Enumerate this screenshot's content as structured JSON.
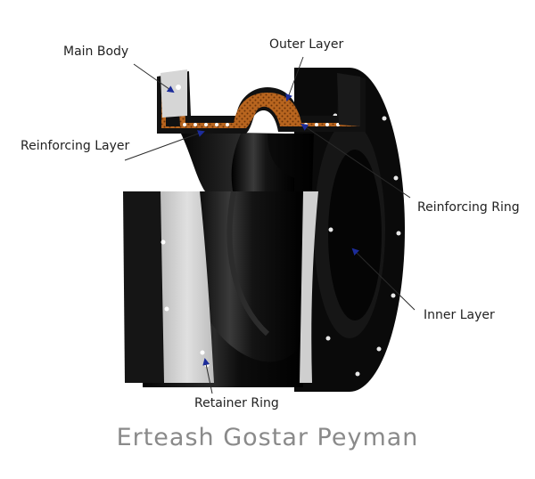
{
  "labels": {
    "main_body": "Main Body",
    "outer_layer": "Outer Layer",
    "reinforcing_layer": "Reinforcing Layer",
    "reinforcing_ring": "Reinforcing Ring",
    "inner_layer": "Inner Layer",
    "retainer_ring": "Retainer Ring"
  },
  "watermark": "Erteash Gostar Peyman",
  "colors": {
    "rubber": "#111111",
    "flange_face": "#cfcfcf",
    "reinforcement_fill": "#b8651f",
    "leader_line": "#2a2a2a",
    "arrow_head": "#1c2c9a",
    "watermark": "#8a8a8a"
  }
}
